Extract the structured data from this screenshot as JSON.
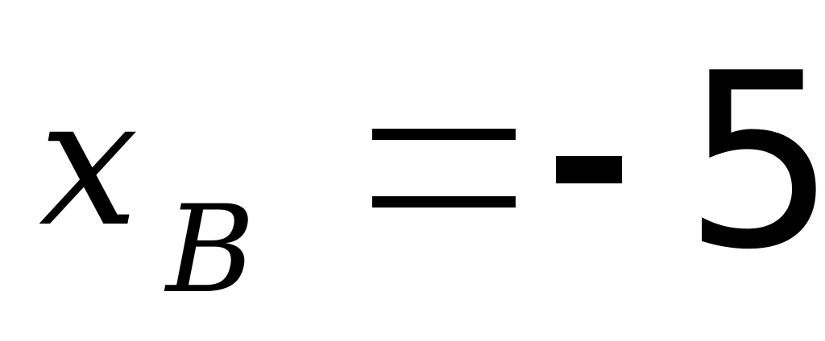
{
  "formula": {
    "variable": "x",
    "subscript": "B",
    "equals": "=",
    "sign": "-",
    "value": "5"
  }
}
